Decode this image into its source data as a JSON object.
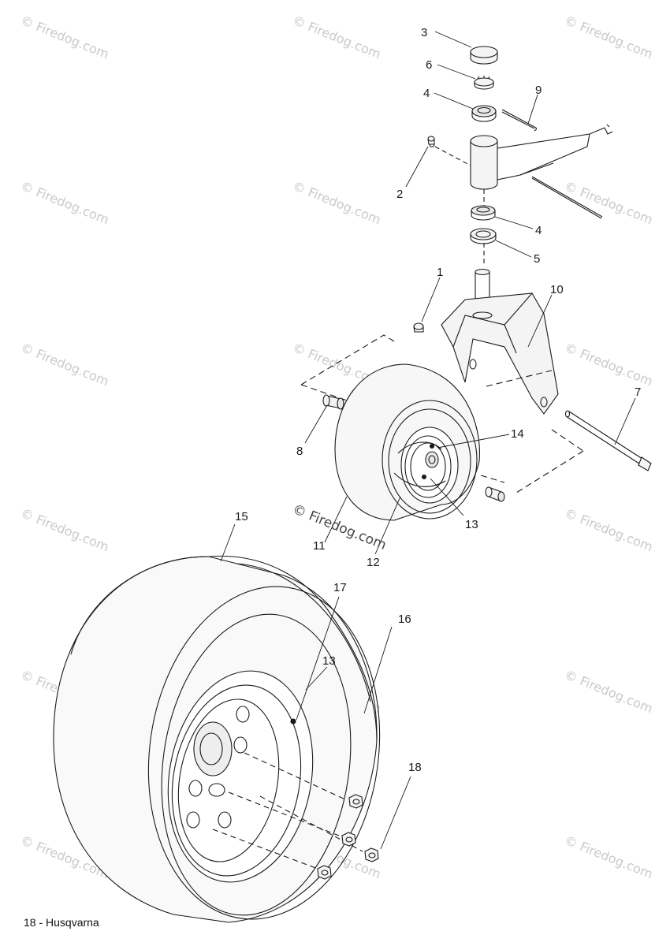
{
  "diagram": {
    "callouts": {
      "c1": "1",
      "c2": "2",
      "c3": "3",
      "c4a": "4",
      "c4b": "4",
      "c5": "5",
      "c6": "6",
      "c7": "7",
      "c8": "8",
      "c9": "9",
      "c10": "10",
      "c11": "11",
      "c12": "12",
      "c13a": "13",
      "c13b": "13",
      "c14": "14",
      "c15": "15",
      "c16": "16",
      "c17": "17",
      "c18": "18"
    },
    "watermark_text": "© Firedog.com",
    "center_watermark_text": "© Firedog.com"
  },
  "footer": {
    "page_label": "18 - Husqvarna"
  },
  "colors": {
    "line": "#1a1a1a",
    "part_fill": "#f4f4f4",
    "watermark": "#c9c9c9"
  }
}
